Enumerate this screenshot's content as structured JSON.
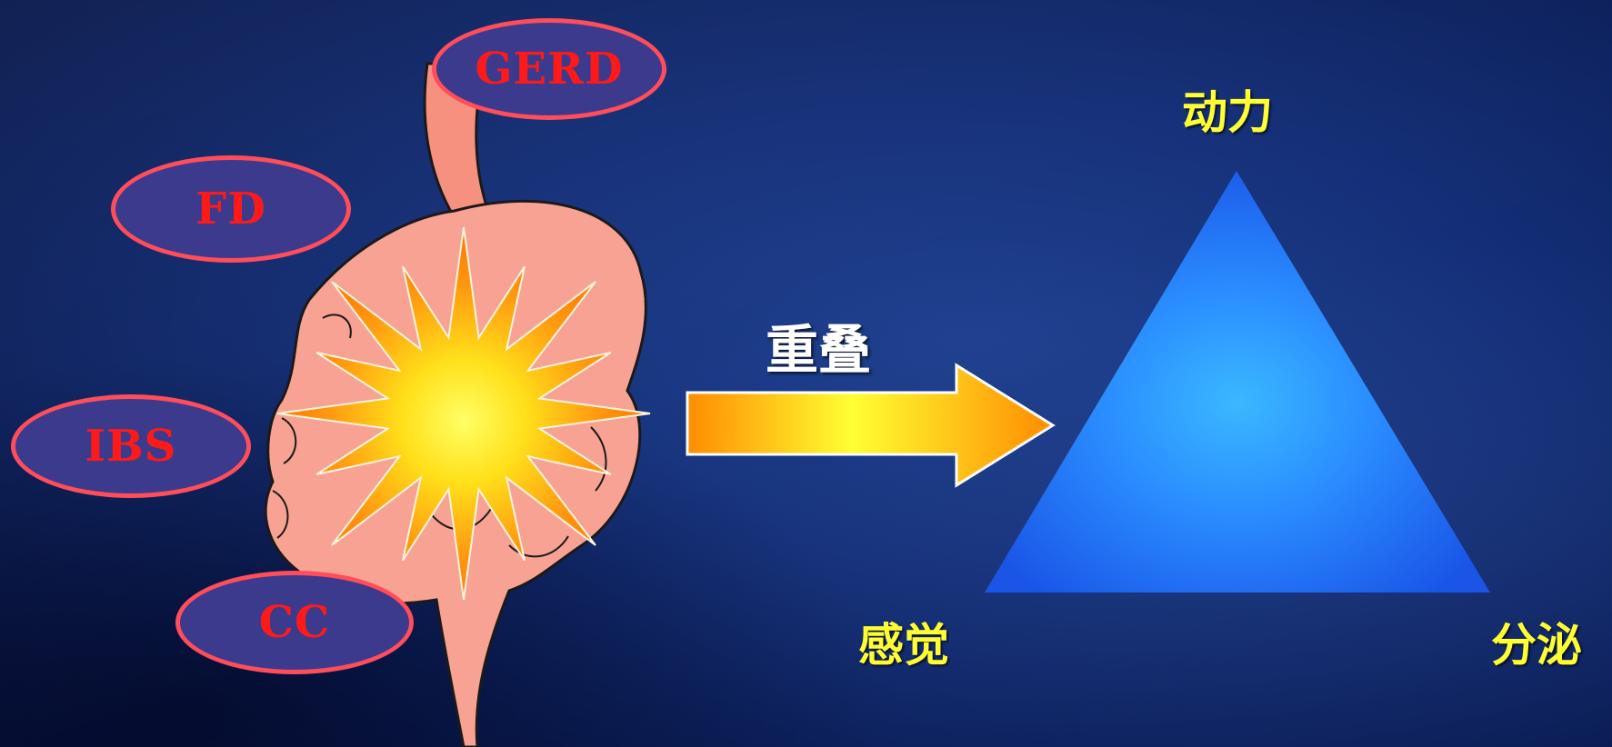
{
  "conditions": {
    "gerd": "GERD",
    "fd": "FD",
    "ibs": "IBS",
    "cc": "CC"
  },
  "arrow_label": "重叠",
  "triangle": {
    "top": "动力",
    "bottom_left": "感觉",
    "bottom_right": "分泌"
  },
  "colors": {
    "oval_fill": "#3b3a8c",
    "oval_border": "#ff4d5a",
    "oval_text": "#ff1a1a",
    "vertex_text": "#ffff33",
    "arrow_text": "#ffffff",
    "triangle": "#2a7fff"
  }
}
